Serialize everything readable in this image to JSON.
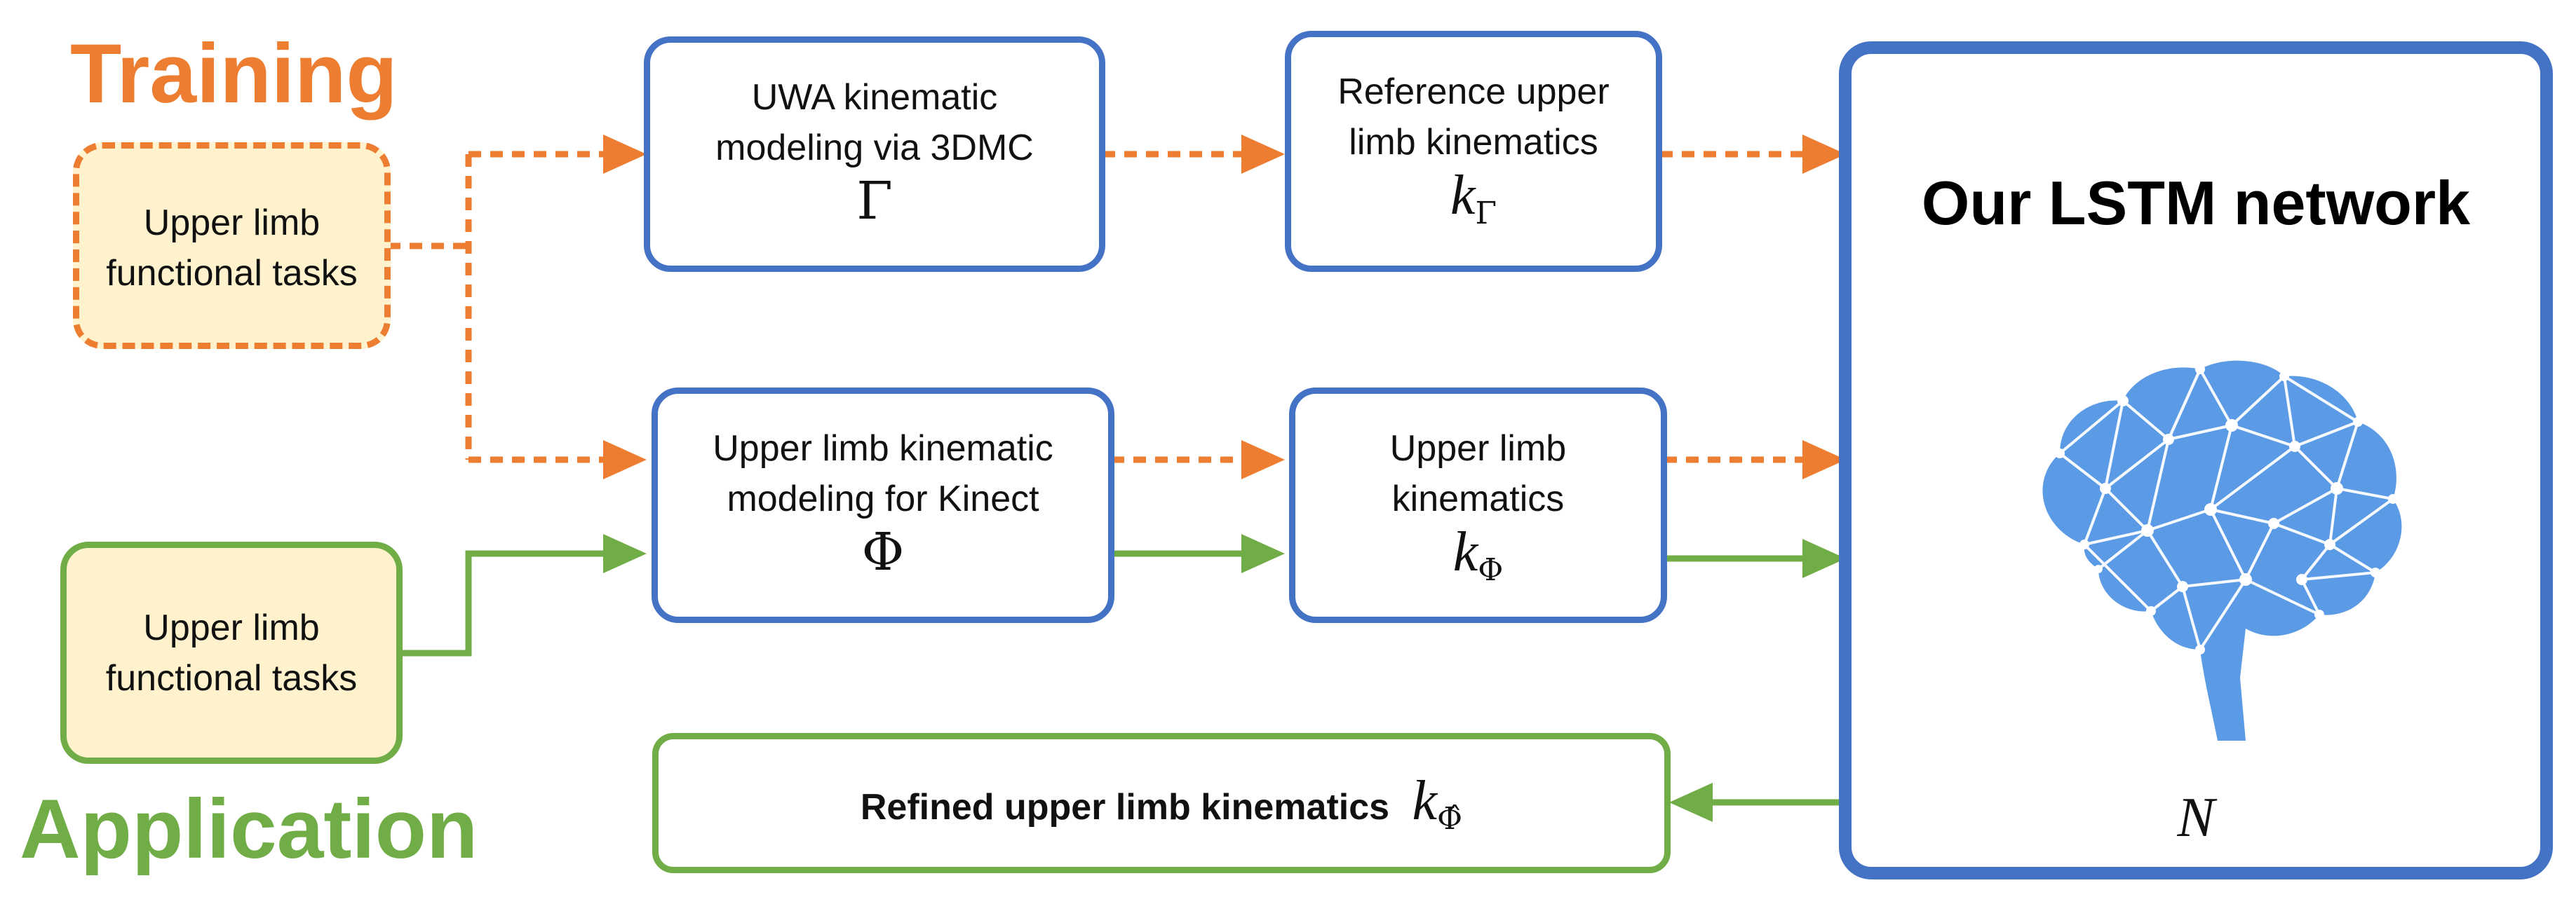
{
  "labels": {
    "training": "Training",
    "application": "Application"
  },
  "boxes": {
    "training_tasks": {
      "line1": "Upper limb",
      "line2": "functional tasks"
    },
    "application_tasks": {
      "line1": "Upper limb",
      "line2": "functional tasks"
    },
    "uwa_model": {
      "line1": "UWA kinematic",
      "line2": "modeling via 3DMC",
      "symbol": "Γ"
    },
    "reference_kinematics": {
      "line1": "Reference upper",
      "line2": "limb kinematics",
      "symbol": "k",
      "subscript": "Γ"
    },
    "kinect_model": {
      "line1": "Upper limb kinematic",
      "line2": "modeling for Kinect",
      "symbol": "Φ"
    },
    "kinect_kinematics": {
      "line1": "Upper limb",
      "line2": "kinematics",
      "symbol": "k",
      "subscript": "Φ"
    },
    "refined": {
      "text": "Refined upper limb kinematics",
      "symbol": "k",
      "subscript": "Φ̂"
    },
    "lstm": {
      "title": "Our LSTM network",
      "symbol": "N"
    }
  },
  "colors": {
    "training": "#ED7D31",
    "application": "#70AD47",
    "box_border": "#4472C4",
    "task_fill": "#FFF2CC",
    "brain": "#5B9BE6"
  },
  "icons": {
    "brain": "brain-network-icon"
  }
}
